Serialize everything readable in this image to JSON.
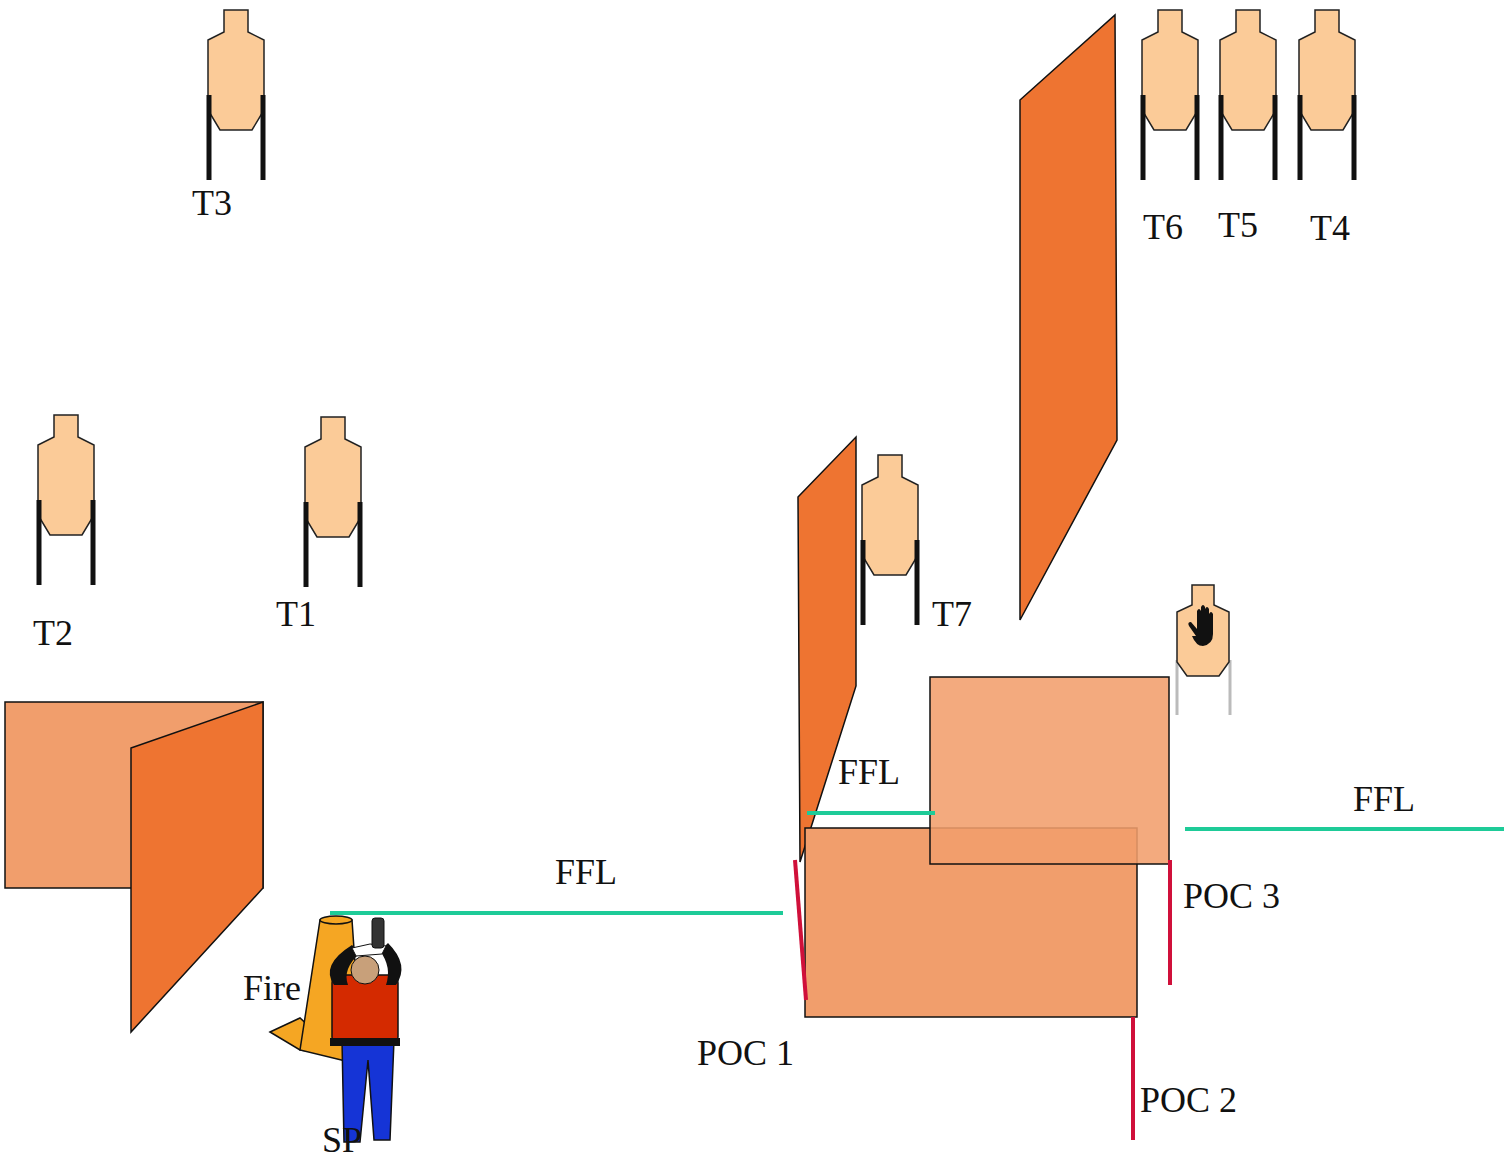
{
  "diagram": {
    "labels": [
      "T3",
      "T6",
      "T5",
      "T4",
      "T2",
      "T1",
      "T7",
      "FFL",
      "FFL",
      "FFL",
      "POC 3",
      "Fire",
      "POC 1",
      "POC 2",
      "SP"
    ]
  }
}
